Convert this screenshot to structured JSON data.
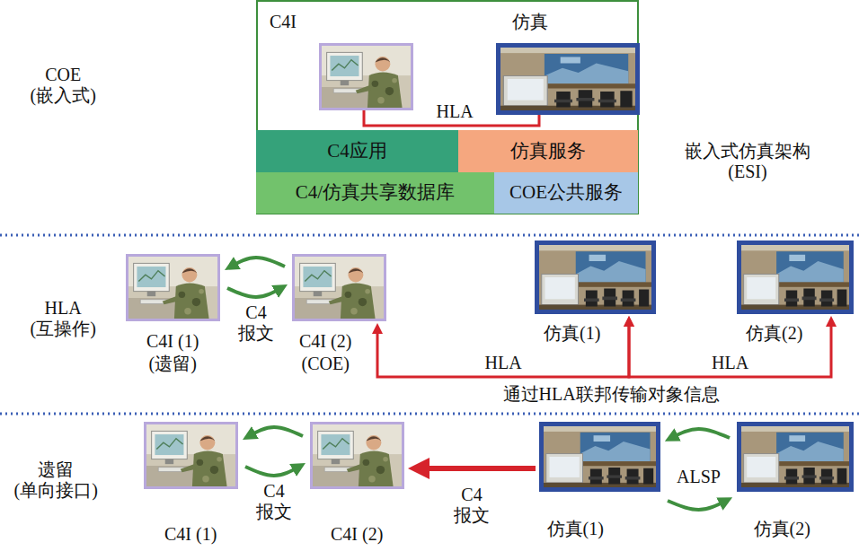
{
  "diagram": {
    "nodes": [
      {
        "text": [
          "C4I"
        ]
      },
      {
        "text": [
          "仿真"
        ]
      },
      {
        "text": [
          "C4应用"
        ]
      },
      {
        "text": [
          "仿真服务"
        ]
      },
      {
        "text": [
          "C4/仿真共享数据库"
        ]
      },
      {
        "text": [
          "COE公共服务"
        ]
      },
      {
        "text": [
          "C4I (1)",
          "(遗留)"
        ]
      },
      {
        "text": [
          "C4I (2)",
          "(COE)"
        ]
      },
      {
        "text": [
          "仿真(1)"
        ]
      },
      {
        "text": [
          "仿真(2)"
        ]
      },
      {
        "text": [
          "C4I (1)"
        ]
      },
      {
        "text": [
          "C4I (2)"
        ]
      },
      {
        "text": [
          "仿真(1)"
        ]
      },
      {
        "text": [
          "仿真(2)"
        ]
      }
    ],
    "edges": [
      {
        "from": 0,
        "to": 1,
        "label": "HLA",
        "arrow": "none"
      },
      {
        "from": 7,
        "to": 6,
        "arrow": "to"
      },
      {
        "from": 6,
        "to": 7,
        "label": "C4 报文",
        "arrow": "to"
      },
      {
        "from": 7,
        "to": 8,
        "label": "HLA",
        "arrow": "both"
      },
      {
        "from": 8,
        "to": 9,
        "label": "HLA",
        "arrow": "both"
      },
      {
        "from": 11,
        "to": 10,
        "arrow": "to"
      },
      {
        "from": 10,
        "to": 11,
        "label": "C4 报文",
        "arrow": "to"
      },
      {
        "from": 12,
        "to": 11,
        "label": "C4 报文",
        "arrow": "to"
      },
      {
        "from": 13,
        "to": 12,
        "arrow": "to"
      },
      {
        "from": 12,
        "to": 13,
        "label": "ALSP",
        "arrow": "to"
      }
    ],
    "labels": [
      "COE (嵌入式)",
      "嵌入式仿真架构 (ESI)",
      "HLA (互操作)",
      "通过HLA联邦传输对象信息",
      "遗留 (单向接口)"
    ]
  }
}
